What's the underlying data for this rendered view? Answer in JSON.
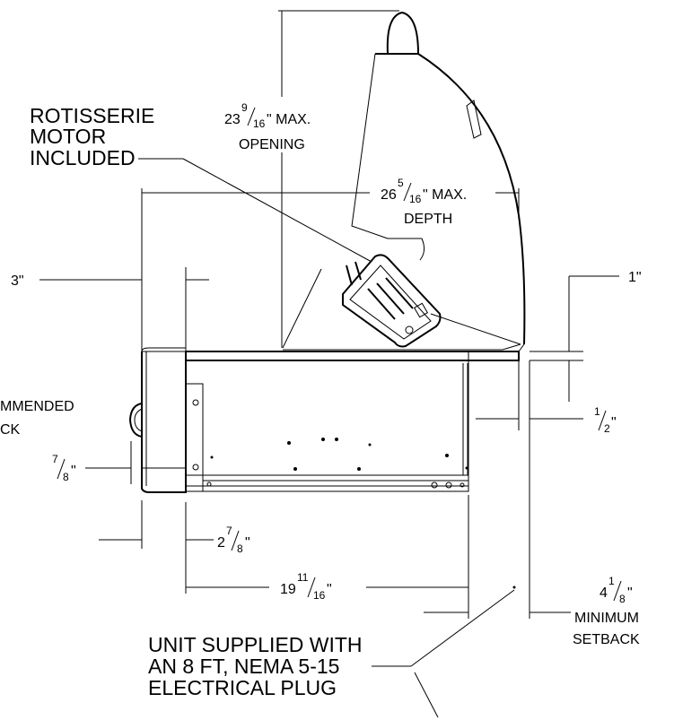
{
  "callouts": {
    "motor": [
      "ROTISSERIE",
      "MOTOR",
      "INCLUDED"
    ],
    "plug": [
      "UNIT SUPPLIED WITH",
      "AN 8 FT, NEMA 5-15",
      "ELECTRICAL PLUG"
    ]
  },
  "dims": {
    "opening": {
      "whole": "23",
      "num": "9",
      "den": "16",
      "suffix": "\" MAX.",
      "line2": "OPENING"
    },
    "depth": {
      "whole": "26",
      "num": "5",
      "den": "16",
      "suffix": "\" MAX.",
      "line2": "DEPTH"
    },
    "three_inch": "3\"",
    "one_inch": "1\"",
    "half": {
      "num": "1",
      "den": "2",
      "suffix": "\""
    },
    "rec_setback": [
      "MMENDED",
      "CK"
    ],
    "seven_eighths": {
      "num": "7",
      "den": "8",
      "suffix": "\""
    },
    "two_seven_eighths": {
      "whole": "2",
      "num": "7",
      "den": "8",
      "suffix": "\""
    },
    "nineteen": {
      "whole": "19",
      "num": "11",
      "den": "16",
      "suffix": "\""
    },
    "four_eighth": {
      "whole": "4",
      "num": "1",
      "den": "8",
      "suffix": "\"",
      "line2": "MINIMUM",
      "line3": "SETBACK"
    }
  }
}
